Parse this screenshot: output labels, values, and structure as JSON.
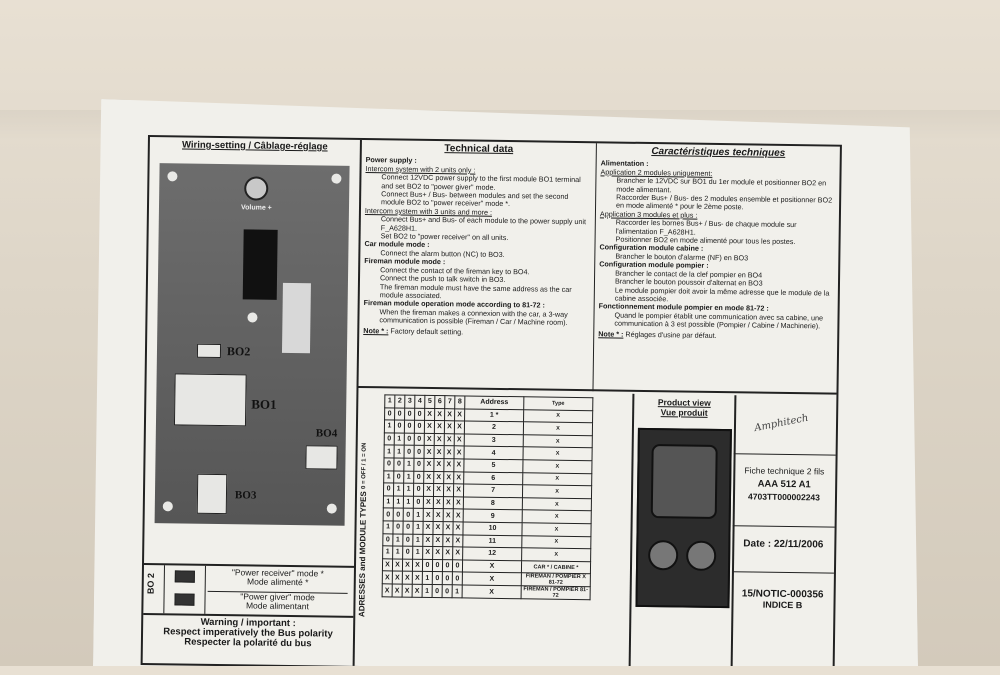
{
  "left": {
    "title": "Wiring-setting / Câblage-réglage",
    "volume": "Volume +",
    "bo2": "BO2",
    "bo1": "BO1",
    "bo4": "BO4",
    "bo3": "BO3",
    "bo2_side": "BO 2",
    "mode_receiver": "\"Power receiver\" mode *",
    "mode_receiver_fr": "Mode alimenté *",
    "mode_giver": "\"Power giver\" mode",
    "mode_giver_fr": "Mode alimentant",
    "warn1": "Warning / important :",
    "warn2": "Respect imperatively the Bus polarity",
    "warn3": "Respecter la polarité du bus"
  },
  "tech": {
    "title": "Technical data",
    "l1": "Power supply :",
    "l2": "Intercom system with 2 units only :",
    "l3": "Connect 12VDC power supply to the first module BO1 terminal and set BO2 to \"power giver\" mode.",
    "l4": "Connect Bus+ / Bus- between modules and set the second module BO2 to \"power receiver\" mode *.",
    "l5": "Intercom system with 3 units and more :",
    "l6": "Connect Bus+ and Bus- of each module to the power supply unit F_A628H1.",
    "l7": "Set BO2 to \"power receiver\" on all units.",
    "l8": "Car module mode :",
    "l9": "Connect the alarm button (NC) to BO3.",
    "l10": "Fireman module mode :",
    "l11": "Connect the contact of the fireman key to BO4.",
    "l12": "Connect the push to talk switch in BO3.",
    "l13": "The fireman module must have the same address as the car module associated.",
    "l14": "Fireman module operation mode according to 81-72 :",
    "l15": "When the fireman makes a connexion with the car, a 3-way communication is possible (Fireman / Car / Machine room).",
    "note": "Note * :",
    "note_txt": "Factory default setting."
  },
  "carac": {
    "title": "Caractéristiques techniques",
    "l1": "Alimentation :",
    "l2": "Application 2 modules uniquement:",
    "l3": "Brancher le 12VDC sur BO1 du 1er module et positionner BO2 en mode alimentant.",
    "l4": "Raccorder Bus+ / Bus- des 2 modules ensemble et positionner BO2 en mode alimenté * pour le 2ème poste.",
    "l5": "Application 3 modules et plus :",
    "l6": "Raccorder les bornes Bus+ / Bus- de chaque module sur l'alimentation F_A628H1.",
    "l7": "Positionner BO2 en mode alimenté pour tous les postes.",
    "l8": "Configuration module cabine :",
    "l9": "Brancher le bouton d'alarme (NF) en BO3",
    "l10": "Configuration module pompier :",
    "l11": "Brancher le contact de la clef pompier en BO4",
    "l12": "Brancher le bouton poussoir d'alternat en BO3",
    "l13": "Le module pompier doit avoir la même adresse que le module de la cabine associée.",
    "l14": "Fonctionnement module pompier en mode 81-72 :",
    "l15": "Quand le pompier établit une communication avec sa cabine, une communication à 3 est possible (Pompier / Cabine / Machinerie).",
    "note": "Note * :",
    "note_txt": "Réglages d'usine par défaut."
  },
  "addr": {
    "vertical": "ADRESSES and MODULE TYPES",
    "vertical2": "0 = OFF / 1 = ON",
    "headers": [
      "1",
      "2",
      "3",
      "4",
      "5",
      "6",
      "7",
      "8",
      "Address",
      "Type"
    ],
    "rows": [
      [
        "0",
        "0",
        "0",
        "0",
        "X",
        "X",
        "X",
        "X",
        "1 *",
        "X"
      ],
      [
        "1",
        "0",
        "0",
        "0",
        "X",
        "X",
        "X",
        "X",
        "2",
        "X"
      ],
      [
        "0",
        "1",
        "0",
        "0",
        "X",
        "X",
        "X",
        "X",
        "3",
        "X"
      ],
      [
        "1",
        "1",
        "0",
        "0",
        "X",
        "X",
        "X",
        "X",
        "4",
        "X"
      ],
      [
        "0",
        "0",
        "1",
        "0",
        "X",
        "X",
        "X",
        "X",
        "5",
        "X"
      ],
      [
        "1",
        "0",
        "1",
        "0",
        "X",
        "X",
        "X",
        "X",
        "6",
        "X"
      ],
      [
        "0",
        "1",
        "1",
        "0",
        "X",
        "X",
        "X",
        "X",
        "7",
        "X"
      ],
      [
        "1",
        "1",
        "1",
        "0",
        "X",
        "X",
        "X",
        "X",
        "8",
        "X"
      ],
      [
        "0",
        "0",
        "0",
        "1",
        "X",
        "X",
        "X",
        "X",
        "9",
        "X"
      ],
      [
        "1",
        "0",
        "0",
        "1",
        "X",
        "X",
        "X",
        "X",
        "10",
        "X"
      ],
      [
        "0",
        "1",
        "0",
        "1",
        "X",
        "X",
        "X",
        "X",
        "11",
        "X"
      ],
      [
        "1",
        "1",
        "0",
        "1",
        "X",
        "X",
        "X",
        "X",
        "12",
        "X"
      ],
      [
        "X",
        "X",
        "X",
        "X",
        "0",
        "0",
        "0",
        "0",
        "X",
        "CAR * / CABINE *"
      ],
      [
        "X",
        "X",
        "X",
        "X",
        "1",
        "0",
        "0",
        "0",
        "X",
        "FIREMAN / POMPIER X 81-72"
      ],
      [
        "X",
        "X",
        "X",
        "X",
        "1",
        "0",
        "0",
        "1",
        "X",
        "FIREMAN / POMPIER 81-72"
      ]
    ]
  },
  "product": {
    "title1": "Product view",
    "title2": "Vue produit"
  },
  "right": {
    "signature": "Amphitech",
    "fiche": "Fiche technique 2 fils",
    "model": "AAA 512 A1",
    "code": "4703TT000002243",
    "date": "Date : 22/11/2006",
    "notic": "15/NOTIC-000356",
    "indice": "INDICE B"
  }
}
